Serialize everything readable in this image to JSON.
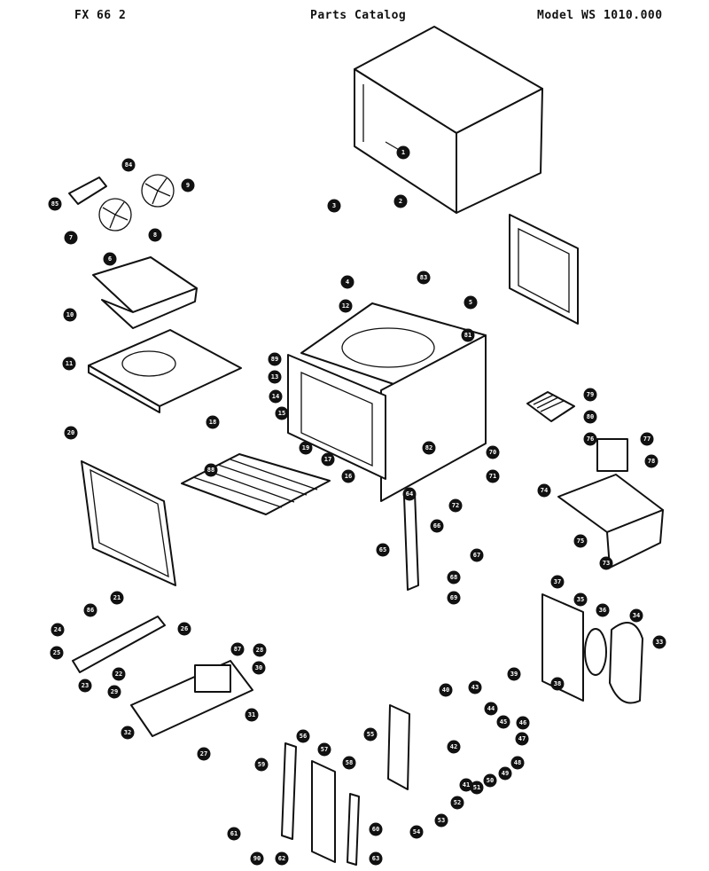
{
  "header": {
    "left": "FX 66 2",
    "center": "Parts Catalog",
    "right": "Model WS 1010.000"
  },
  "callouts": [
    "1",
    "2",
    "3",
    "4",
    "5",
    "6",
    "7",
    "8",
    "9",
    "10",
    "11",
    "12",
    "13",
    "14",
    "15",
    "16",
    "17",
    "18",
    "19",
    "20",
    "21",
    "22",
    "23",
    "24",
    "25",
    "26",
    "27",
    "28",
    "29",
    "30",
    "31",
    "32",
    "33",
    "34",
    "35",
    "36",
    "37",
    "38",
    "39",
    "40",
    "41",
    "42",
    "43",
    "44",
    "45",
    "46",
    "47",
    "48",
    "49",
    "50",
    "51",
    "52",
    "53",
    "54",
    "55",
    "56",
    "57",
    "58",
    "59",
    "60",
    "61",
    "62",
    "63",
    "64",
    "65",
    "66",
    "67",
    "68",
    "69",
    "70",
    "71",
    "72",
    "73",
    "74",
    "75",
    "76",
    "77",
    "78",
    "79",
    "80",
    "81",
    "82",
    "83",
    "84",
    "85",
    "86",
    "87",
    "88",
    "89",
    "90"
  ]
}
